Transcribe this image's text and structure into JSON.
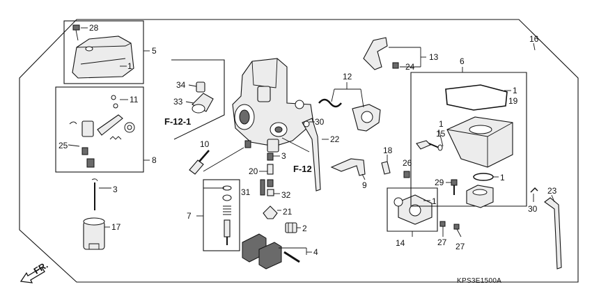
{
  "diagram_code": "KPS3E1500A",
  "direction_label": "FR.",
  "refs": {
    "f12_1": "F-12-1",
    "f12": "F-12"
  },
  "callouts": {
    "c28": "28",
    "c1_top": "1",
    "c5": "5",
    "c11": "11",
    "c25": "25",
    "c8": "8",
    "c3": "3",
    "c17": "17",
    "c34": "34",
    "c33": "33",
    "c10": "10",
    "c7": "7",
    "c30_mid": "30",
    "c22": "22",
    "c12": "12",
    "c13": "13",
    "c24": "24",
    "c16": "16",
    "c6": "6",
    "c1_gasket": "1",
    "c19": "19",
    "c1_bolt": "1",
    "c15": "15",
    "c1_oring": "1",
    "c29": "29",
    "c30_right": "30",
    "c23": "23",
    "c18": "18",
    "c9": "9",
    "c26": "26",
    "c1_cover": "1",
    "c14": "14",
    "c27_a": "27",
    "c27_b": "27",
    "c20": "20",
    "c31": "31",
    "c32": "32",
    "c21": "21",
    "c2": "2",
    "c4": "4"
  }
}
